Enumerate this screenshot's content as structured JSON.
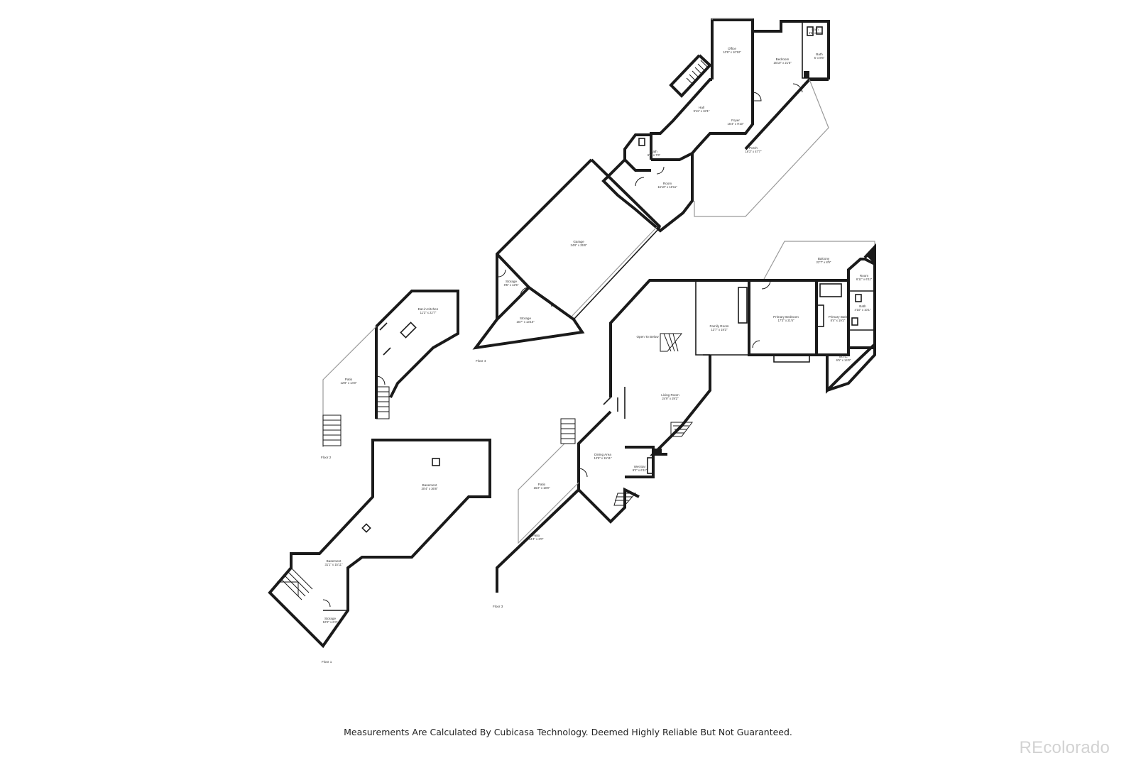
{
  "floors": [
    {
      "label": "Floor 4",
      "rooms": [
        {
          "name": "Office",
          "dims": "10'9\" x 10'10\""
        },
        {
          "name": "Bedroom",
          "dims": "16'10\" x 21'5\""
        },
        {
          "name": "Bath",
          "dims": "4'5\" x 8'2\""
        },
        {
          "name": "Bath",
          "dims": "5' x 8'6\""
        },
        {
          "name": "Hall",
          "dims": "9'11\" x 18'1\""
        },
        {
          "name": "Foyer",
          "dims": "15'4\" x 9'10\""
        },
        {
          "name": "Bath",
          "dims": "6'2\" x 7'6\""
        },
        {
          "name": "Porch",
          "dims": "16'3\" x 47'7\""
        },
        {
          "name": "Room",
          "dims": "16'10\" x 16'11\""
        },
        {
          "name": "Garage",
          "dims": "34'6\" x 25'8\""
        },
        {
          "name": "Storage",
          "dims": "8'5\" x 12'5\""
        },
        {
          "name": "Storage",
          "dims": "16'7\" x 13'10\""
        }
      ]
    },
    {
      "label": "Floor 3",
      "rooms": [
        {
          "name": "Balcony",
          "dims": "22'7\" x 8'9\""
        },
        {
          "name": "Room",
          "dims": "6'11\" x 6'11\""
        },
        {
          "name": "Bath",
          "dims": "4'10\" x 10'1\""
        },
        {
          "name": "Primary Bath",
          "dims": "8'4\" x 19'2\""
        },
        {
          "name": "W.I.C.",
          "dims": "6'5\" x 14'8\""
        },
        {
          "name": "Primary Bedroom",
          "dims": "17'3\" x 21'6\""
        },
        {
          "name": "Family Room",
          "dims": "13'7\" x 19'3\""
        },
        {
          "name": "Open To Below",
          "dims": ""
        },
        {
          "name": "Living Room",
          "dims": "24'9\" x 29'2\""
        },
        {
          "name": "Dining Area",
          "dims": "12'5\" x 15'11\""
        },
        {
          "name": "Wet Bar",
          "dims": "9'2\" x 6'11\""
        },
        {
          "name": "Patio",
          "dims": "15'2\" x 18'0\""
        },
        {
          "name": "Patio",
          "dims": "34'4\" x 3'0\""
        }
      ]
    },
    {
      "label": "Floor 2",
      "rooms": [
        {
          "name": "Eat-in Kitchen",
          "dims": "11'3\" x 22'7\""
        },
        {
          "name": "Patio",
          "dims": "12'8\" x 14'0\""
        }
      ]
    },
    {
      "label": "Floor 1",
      "rooms": [
        {
          "name": "Basement",
          "dims": "30'4\" x 36'8\""
        },
        {
          "name": "Basement",
          "dims": "31'1\" x 15'11\""
        },
        {
          "name": "Storage",
          "dims": "10'2\" x 6'4\""
        }
      ]
    }
  ],
  "footer_note": "Measurements Are Calculated By Cubicasa Technology. Deemed Highly Reliable But Not Guaranteed.",
  "watermark": "REcolorado"
}
